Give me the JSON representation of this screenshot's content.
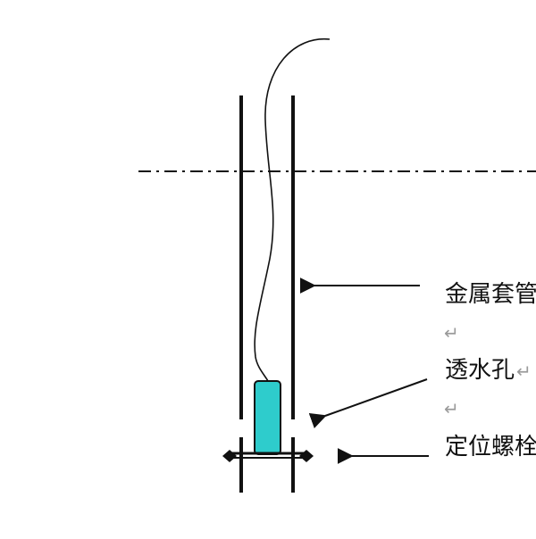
{
  "labels": {
    "casing": "金属套管",
    "filter_hole": "透水孔",
    "locating_bolt": "定位螺栓"
  },
  "marks": {
    "return_glyph": "↵"
  },
  "colors": {
    "line": "#111111",
    "sensor_fill": "#2ECCCC",
    "sensor_stroke": "#111111",
    "return_mark": "#9a9a9a"
  },
  "icons": {
    "arrow": "arrow-left-icon",
    "bolt_end": "diamond-icon"
  }
}
